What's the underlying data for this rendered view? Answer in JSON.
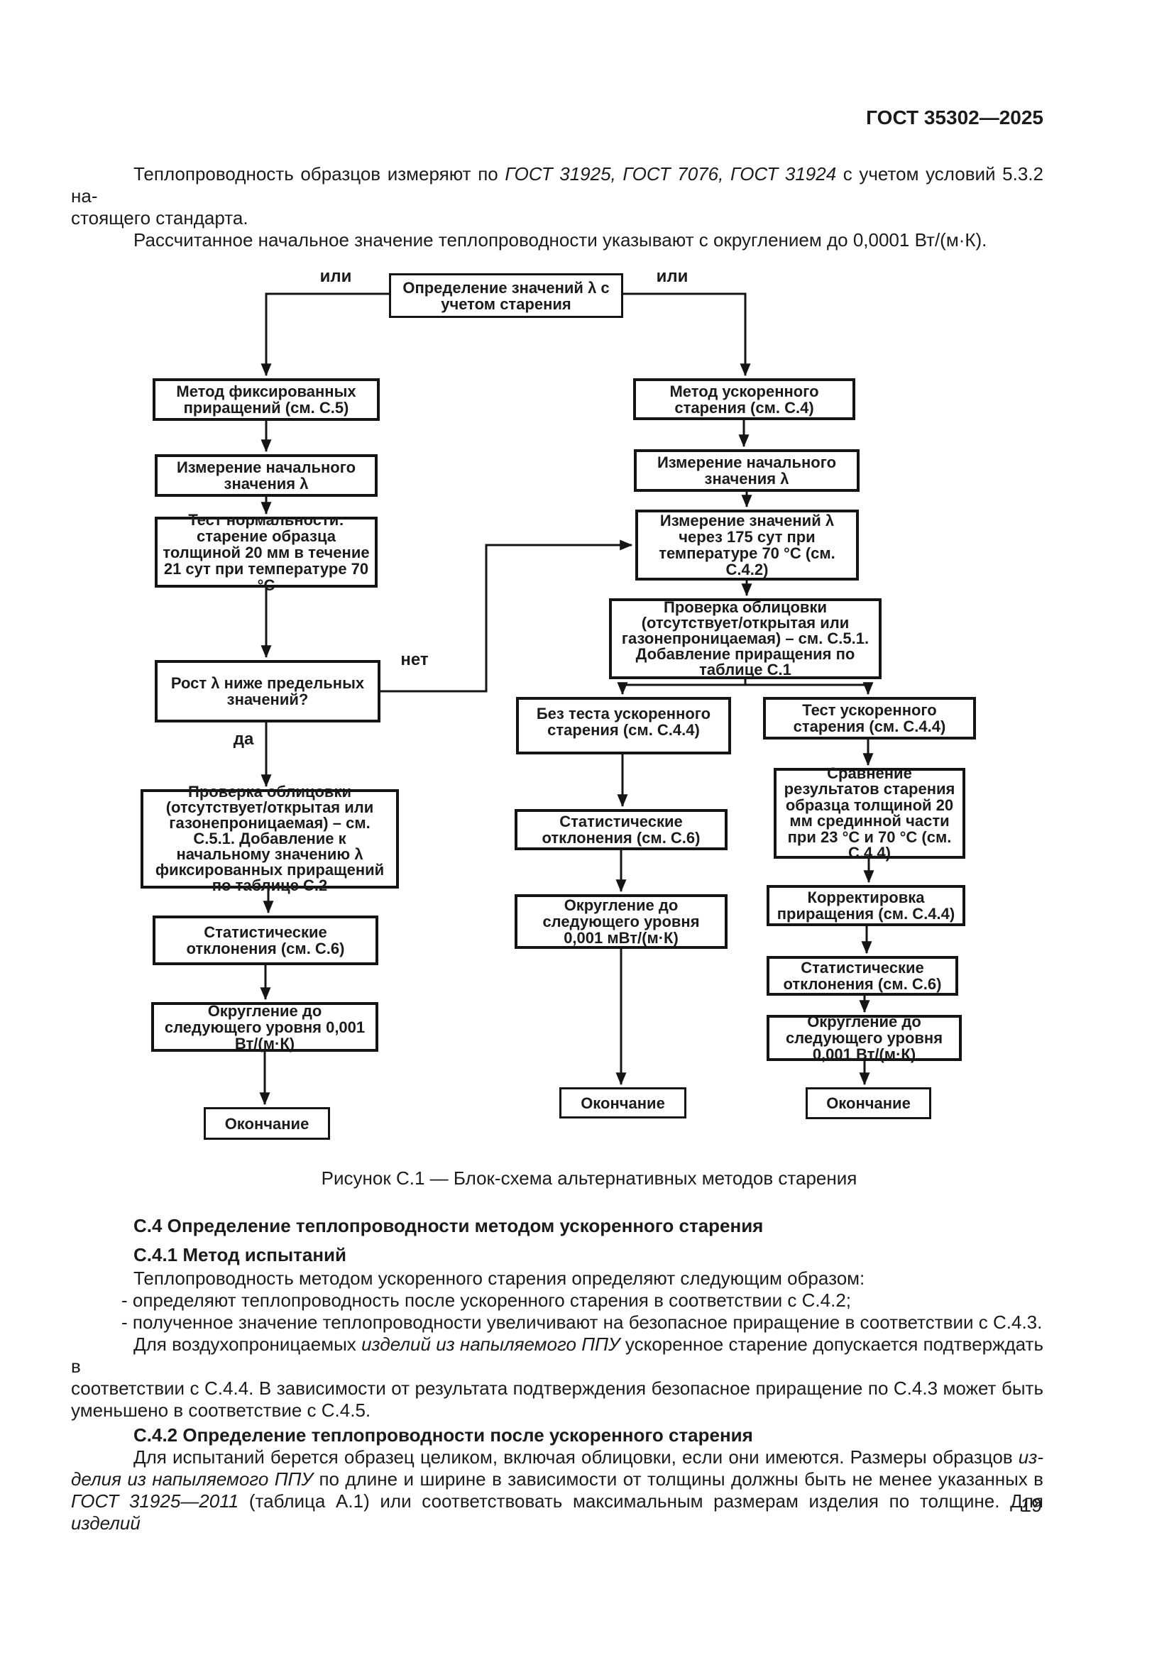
{
  "page": {
    "standard_ref": "ГОСТ 35302—2025",
    "number": "19"
  },
  "intro": {
    "p1": [
      [
        {
          "t": "Теплопроводность образцов измеряют по "
        },
        {
          "t": "ГОСТ 31925, ГОСТ 7076, ГОСТ 31924",
          "i": 1
        },
        {
          "t": " с учетом условий 5.3.2 на-"
        }
      ],
      [
        {
          "t": "стоящего стандарта."
        }
      ]
    ],
    "p2": [
      [
        {
          "t": "Рассчитанное начальное значение теплопроводности указывают с округлением до 0,0001 Вт/(м·К)."
        }
      ]
    ]
  },
  "flowchart": {
    "edge_labels": {
      "or_left": "или",
      "or_right": "или",
      "no": "нет",
      "yes": "да"
    },
    "nodes": {
      "start": {
        "label": "Определение значений λ с учетом старения"
      },
      "fix_method": {
        "label": "Метод фиксированных приращений (см. С.5)"
      },
      "init_left": {
        "label": "Измерение начального значения λ"
      },
      "norm_test": {
        "label": "Тест нормальности: старение образца толщиной 20 мм в течение 21 сут при температуре 70 °С"
      },
      "growth_q": {
        "label": "Рост λ ниже предельных значений?"
      },
      "facing_left": {
        "label": "Проверка облицовки (отсутствует/открытая или газонепроницаемая) – см. С.5.1. Добавление к начальному значению λ фиксированных приращений по таблице С.2"
      },
      "stat_left": {
        "label": "Статистические отклонения (см. С.6)"
      },
      "round_left": {
        "label": "Округление до следующего уровня 0,001 Вт/(м·К)"
      },
      "end_left": {
        "label": "Окончание"
      },
      "acc_method": {
        "label": "Метод ускоренного старения (см. С.4)"
      },
      "init_right": {
        "label": "Измерение начального значения λ"
      },
      "meas_175": {
        "label": "Измерение значений λ через 175 сут при температуре 70 °С (см. С.4.2)"
      },
      "facing_right": {
        "label": "Проверка облицовки (отсутствует/открытая или газонепроницаемая) – см. С.5.1. Добавление приращения по таблице С.1"
      },
      "no_acc_test": {
        "label": "Без теста ускоренного старения (см. С.4.4)"
      },
      "stat_mid": {
        "label": "Статистические отклонения (см. С.6)"
      },
      "round_mid": {
        "label": "Округление до следующего уровня 0,001 мВт/(м·К)"
      },
      "end_mid": {
        "label": "Окончание"
      },
      "acc_test": {
        "label": "Тест ускоренного старения (см. С.4.4)"
      },
      "compare": {
        "label": "Сравнение результатов старения образца толщиной 20 мм срединной части при 23 °С и 70 °С (см. С.4.4)"
      },
      "adjust": {
        "label": "Корректировка приращения (см. С.4.4)"
      },
      "stat_right": {
        "label": "Статистические отклонения (см. С.6)"
      },
      "round_right": {
        "label": "Округление до следующего уровня 0,001 Вт/(м·К)"
      },
      "end_right": {
        "label": "Окончание"
      }
    },
    "caption": "Рисунок С.1 — Блок-схема альтернативных методов старения"
  },
  "sections": {
    "h1": "С.4 Определение теплопроводности методом ускоренного старения",
    "h2": "С.4.1 Метод испытаний",
    "p1": [
      [
        {
          "t": "Теплопроводность методом ускоренного старения определяют следующим образом:"
        }
      ]
    ],
    "li1": [
      [
        {
          "t": "- определяют теплопроводность после ускоренного старения в соответствии с С.4.2;"
        }
      ]
    ],
    "li2": [
      [
        {
          "t": "- полученное значение теплопроводности увеличивают на безопасное приращение в соответствии с С.4.3."
        }
      ]
    ],
    "p2": [
      [
        {
          "t": "Для воздухопроницаемых "
        },
        {
          "t": "изделий из напыляемого ППУ",
          "i": 1
        },
        {
          "t": " ускоренное старение допускается подтверждать в"
        }
      ],
      [
        {
          "t": "соответствии с С.4.4. В зависимости от результата подтверждения безопасное приращение по С.4.3 может быть"
        }
      ],
      [
        {
          "t": "уменьшено в соответствие с С.4.5."
        }
      ]
    ],
    "h3": "С.4.2 Определение теплопроводности после ускоренного старения",
    "p3": [
      [
        {
          "t": "Для испытаний берется образец целиком, включая облицовки, если они имеются. Размеры образцов "
        },
        {
          "t": "из-",
          "i": 1
        }
      ],
      [
        {
          "t": "делия из напыляемого ППУ",
          "i": 1
        },
        {
          "t": " по длине и ширине в зависимости от толщины должны быть не менее указанных в"
        }
      ],
      [
        {
          "t": "ГОСТ 31925—2011",
          "i": 1
        },
        {
          "t": " (таблица А.1) или соответствовать максимальным размерам изделия по толщине. Для "
        },
        {
          "t": "изделий",
          "i": 1
        }
      ]
    ]
  }
}
